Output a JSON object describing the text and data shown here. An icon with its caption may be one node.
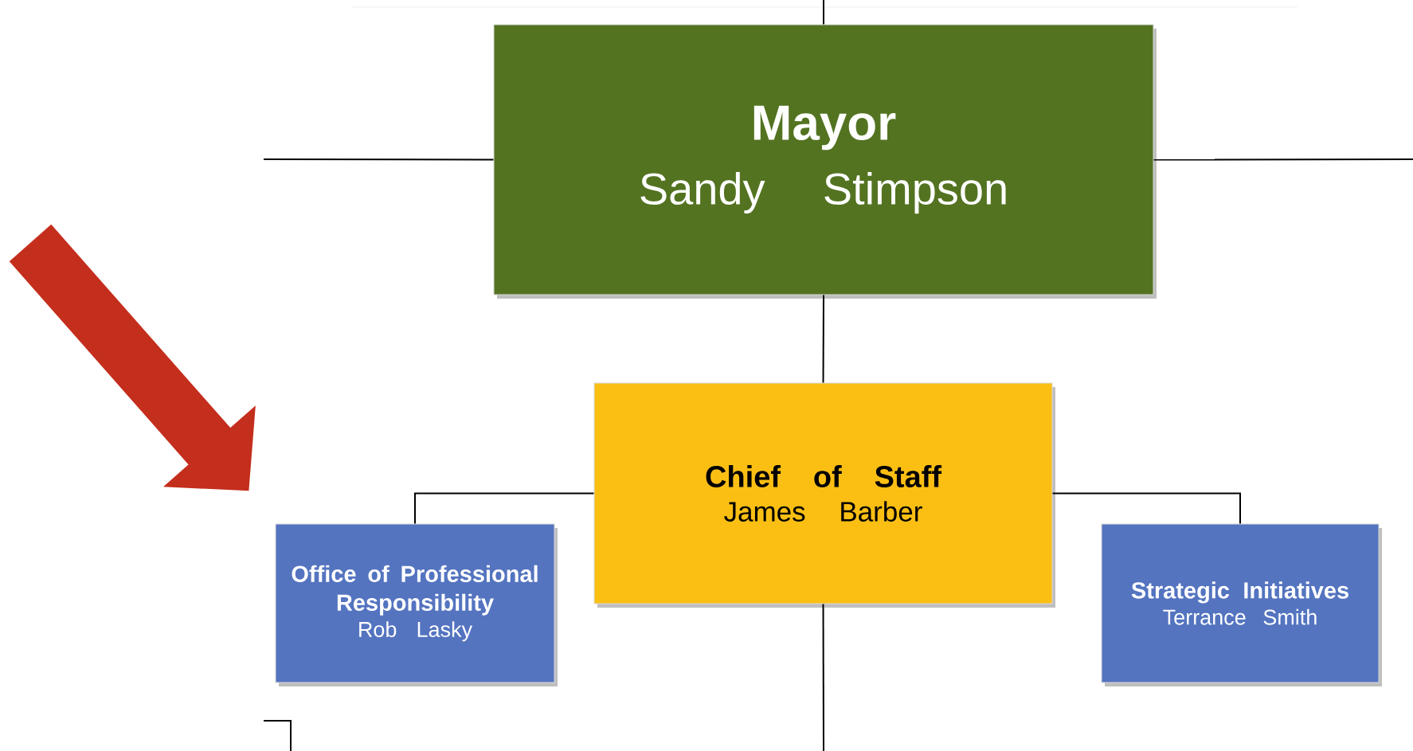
{
  "diagram": {
    "nodes": [
      {
        "text": [
          "Mayor",
          "Sandy Stimpson"
        ]
      },
      {
        "text": [
          "Chief of Staff",
          "James Barber"
        ]
      },
      {
        "text": [
          "Office of Professional Responsibility",
          "Rob Lasky"
        ]
      },
      {
        "text": [
          "Strategic Initiatives",
          "Terrance Smith"
        ]
      }
    ],
    "edges": [
      {
        "from": 0,
        "to": 1,
        "arrow": "none"
      },
      {
        "from": 1,
        "to": 2,
        "arrow": "none"
      },
      {
        "from": 1,
        "to": 3,
        "arrow": "none"
      },
      {
        "from": null,
        "to": 0,
        "arrow": "none"
      },
      {
        "from": null,
        "to": 0,
        "arrow": "none"
      },
      {
        "from": null,
        "to": 0,
        "arrow": "none"
      },
      {
        "from": 1,
        "to": null,
        "arrow": "none"
      },
      {
        "from": null,
        "to": 2,
        "arrow": "to",
        "style": "thick",
        "color": "#c42e1c"
      }
    ]
  }
}
